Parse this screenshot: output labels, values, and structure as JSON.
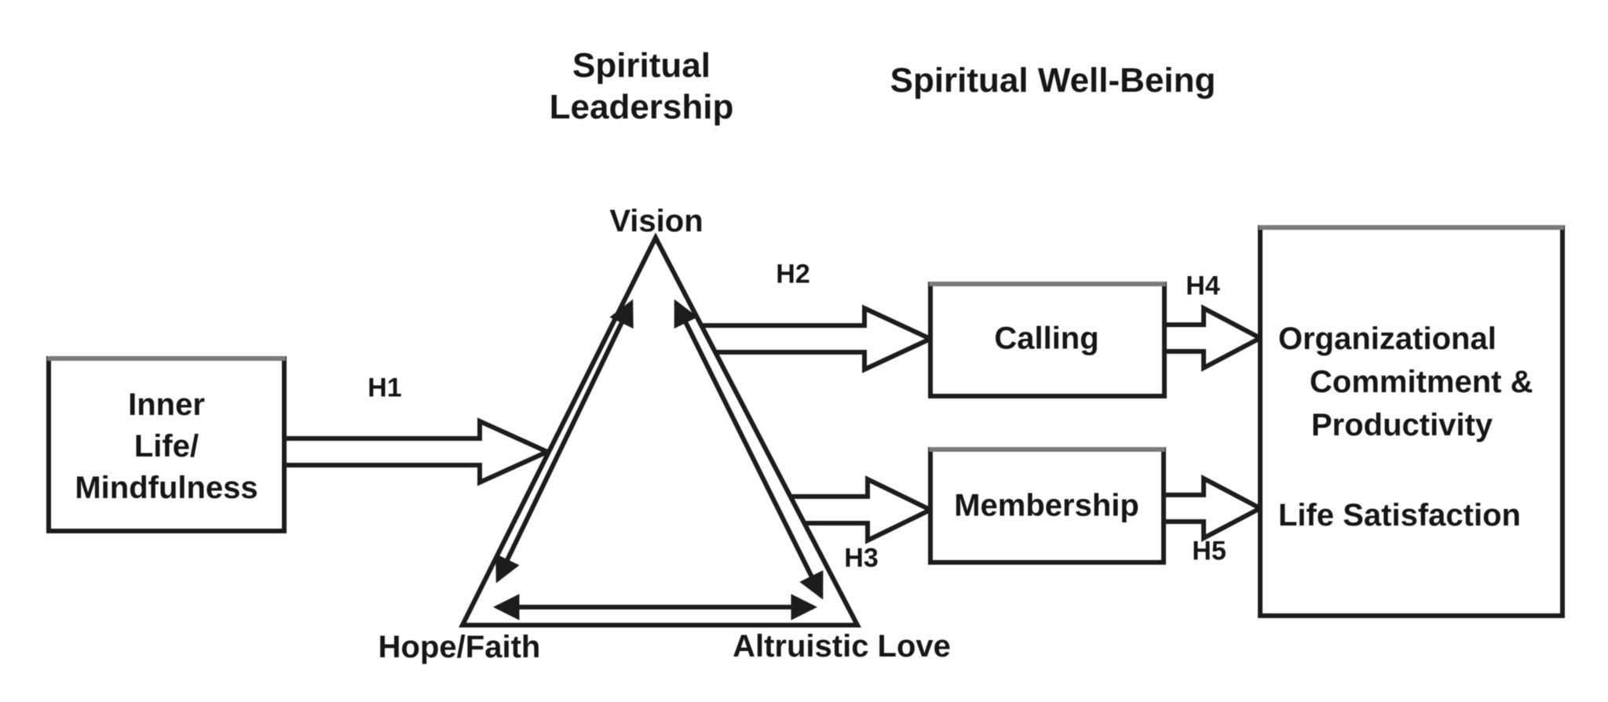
{
  "figure": {
    "type": "conceptual-model-diagram",
    "background": "#ffffff",
    "ink_color": "#1c1c1c",
    "edge_shadow_color": "#7a7a7a"
  },
  "titles": {
    "leadership_line1": "Spiritual",
    "leadership_line2": "Leadership",
    "well_being": "Spiritual Well-Being"
  },
  "triangle": {
    "vision": "Vision",
    "hope_faith": "Hope/Faith",
    "altruistic_love": "Altruistic Love"
  },
  "boxes": {
    "inner_life": {
      "line1": "Inner",
      "line2": "Life/",
      "line3": "Mindfulness"
    },
    "calling": "Calling",
    "membership": "Membership",
    "outcomes": {
      "line1": "Organizational",
      "line2": "Commitment &",
      "line3": "Productivity",
      "line4": "Life Satisfaction"
    }
  },
  "hypotheses": {
    "h1": "H1",
    "h2": "H2",
    "h3": "H3",
    "h4": "H4",
    "h5": "H5"
  }
}
